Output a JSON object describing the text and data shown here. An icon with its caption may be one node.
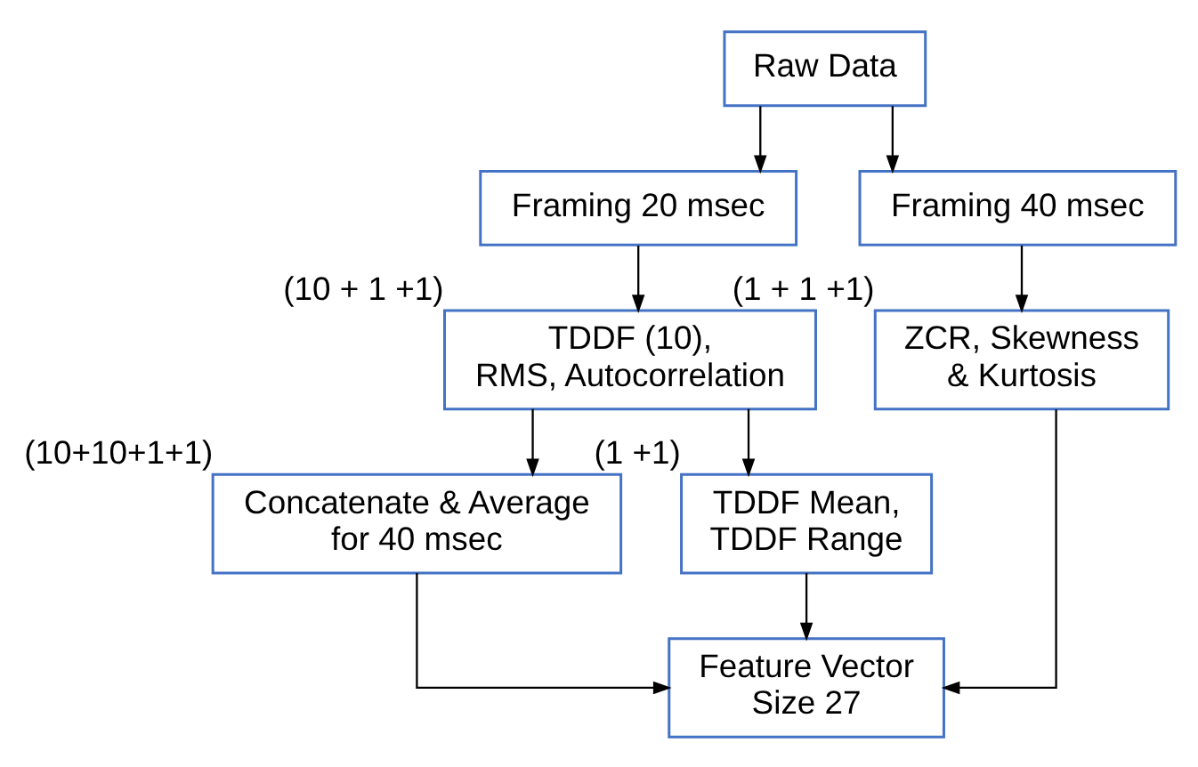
{
  "diagram": {
    "nodes": [
      {
        "text": [
          "Raw Data"
        ]
      },
      {
        "text": [
          "Framing 20 msec"
        ]
      },
      {
        "text": [
          "Framing 40 msec"
        ]
      },
      {
        "text": [
          "TDDF (10), RMS, Autocorrelation"
        ],
        "beside": [
          "(10 + 1 +1)"
        ]
      },
      {
        "text": [
          "Concatenate & Average for 40 msec"
        ],
        "beside": [
          "(10+10+1+1)"
        ]
      },
      {
        "text": [
          "TDDF Mean, TDDF Range"
        ],
        "beside": [
          "(1 +1)"
        ]
      },
      {
        "text": [
          "ZCR, Skewness & Kurtosis"
        ],
        "beside": [
          "(1 + 1 +1)"
        ]
      },
      {
        "text": [
          "Feature Vector Size 27"
        ]
      }
    ],
    "edges": [
      {
        "from": 0,
        "to": 1,
        "arrow": "to"
      },
      {
        "from": 0,
        "to": 2,
        "arrow": "to"
      },
      {
        "from": 1,
        "to": 3,
        "arrow": "to"
      },
      {
        "from": 3,
        "to": 4,
        "arrow": "to"
      },
      {
        "from": 3,
        "to": 5,
        "arrow": "to"
      },
      {
        "from": 2,
        "to": 6,
        "arrow": "to"
      },
      {
        "from": 4,
        "to": 7,
        "arrow": "to"
      },
      {
        "from": 5,
        "to": 7,
        "arrow": "to"
      },
      {
        "from": 6,
        "to": 7,
        "arrow": "to"
      }
    ]
  }
}
